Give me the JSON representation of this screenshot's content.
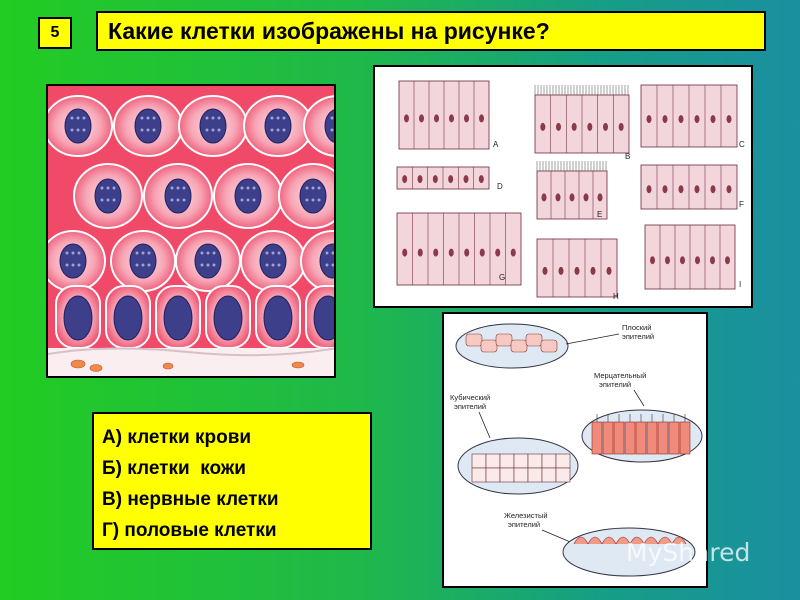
{
  "slide": {
    "number": "5",
    "question": "Какие клетки изображены на рисунке?"
  },
  "answers": [
    {
      "label": "А) клетки крови"
    },
    {
      "label": "Б) клетки  кожи"
    },
    {
      "label": "В) нервные клетки"
    },
    {
      "label": "Г) половые клетки"
    }
  ],
  "epithelium_types": {
    "letters": [
      "A",
      "B",
      "C",
      "D",
      "E",
      "F",
      "G",
      "H",
      "I"
    ]
  },
  "labeled_diagram": {
    "flat": [
      "Плоский",
      "эпителий"
    ],
    "ciliated": [
      "Мерцательный",
      "эпителий"
    ],
    "cubic": [
      "Кубический",
      "эпителий"
    ],
    "glandular": [
      "Железистый",
      "эпителий"
    ]
  },
  "watermark": "MyShared",
  "colors": {
    "badge": "#ffff00",
    "tissue": "#f04a68",
    "nucleus": "#3d3f8a"
  }
}
